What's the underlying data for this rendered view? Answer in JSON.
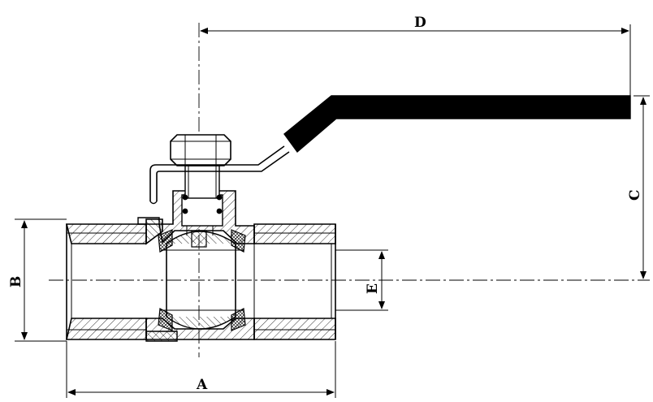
{
  "dimension_labels": {
    "a": "A",
    "b": "B",
    "c": "C",
    "d": "D",
    "e": "E"
  },
  "colors": {
    "line": "#000000",
    "background": "#ffffff"
  }
}
